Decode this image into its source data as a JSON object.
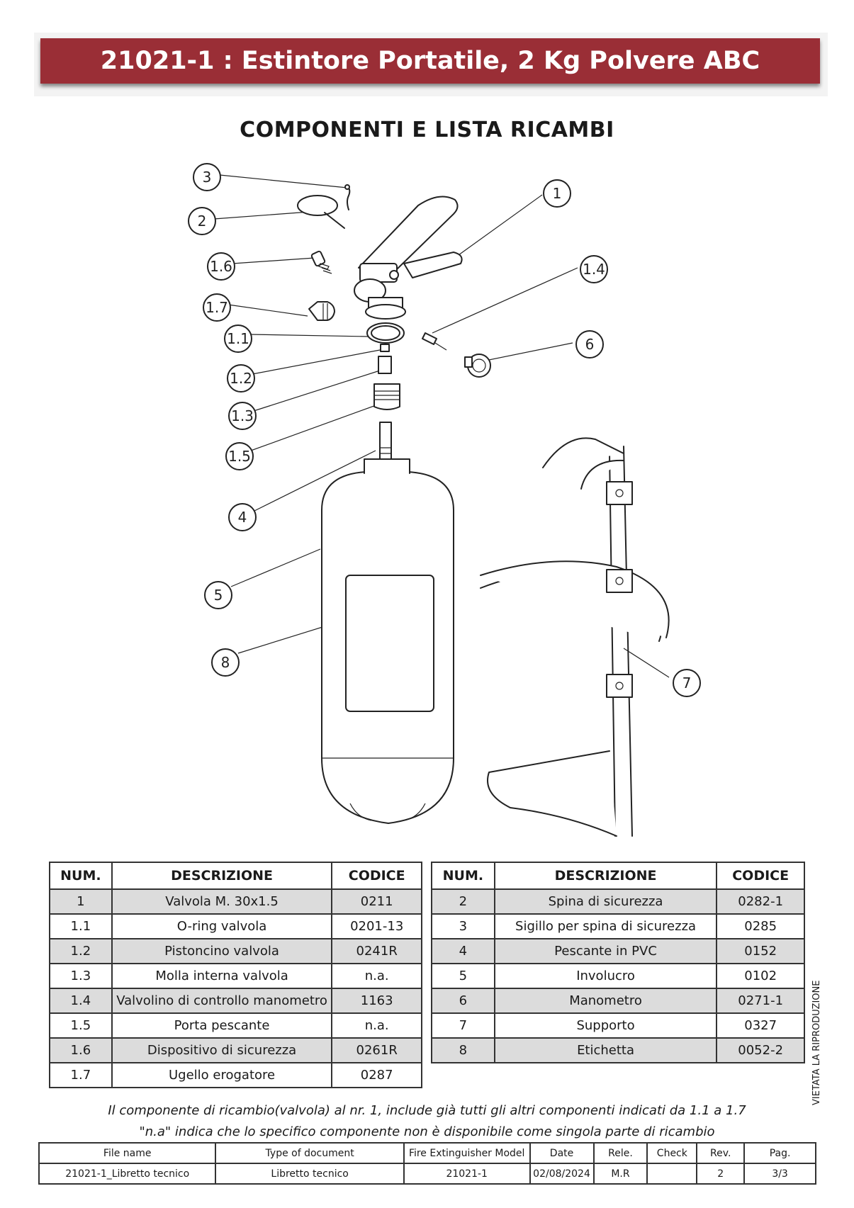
{
  "header": {
    "title": "21021-1 : Estintore Portatile, 2 Kg Polvere ABC"
  },
  "section_title": "COMPONENTI E LISTA RICAMBI",
  "callouts": [
    "3",
    "2",
    "1.6",
    "1.7",
    "1.1",
    "1.2",
    "1.3",
    "1.5",
    "4",
    "5",
    "8",
    "1",
    "1.4",
    "6",
    "7"
  ],
  "table_headers": {
    "num": "NUM.",
    "desc": "DESCRIZIONE",
    "code": "CODICE"
  },
  "parts_left": [
    {
      "num": "1",
      "desc": "Valvola  M. 30x1.5",
      "code": "0211"
    },
    {
      "num": "1.1",
      "desc": "O-ring valvola",
      "code": "0201-13"
    },
    {
      "num": "1.2",
      "desc": "Pistoncino valvola",
      "code": "0241R"
    },
    {
      "num": "1.3",
      "desc": "Molla interna valvola",
      "code": "n.a."
    },
    {
      "num": "1.4",
      "desc": "Valvolino di controllo manometro",
      "code": "1163"
    },
    {
      "num": "1.5",
      "desc": "Porta pescante",
      "code": "n.a."
    },
    {
      "num": "1.6",
      "desc": "Dispositivo di sicurezza",
      "code": "0261R"
    },
    {
      "num": "1.7",
      "desc": "Ugello erogatore",
      "code": "0287"
    }
  ],
  "parts_right": [
    {
      "num": "2",
      "desc": "Spina di sicurezza",
      "code": "0282-1"
    },
    {
      "num": "3",
      "desc": "Sigillo per spina di sicurezza",
      "code": "0285"
    },
    {
      "num": "4",
      "desc": "Pescante in PVC",
      "code": "0152"
    },
    {
      "num": "5",
      "desc": "Involucro",
      "code": "0102"
    },
    {
      "num": "6",
      "desc": "Manometro",
      "code": "0271-1"
    },
    {
      "num": "7",
      "desc": "Supporto",
      "code": "0327"
    },
    {
      "num": "8",
      "desc": "Etichetta",
      "code": "0052-2"
    }
  ],
  "notes": [
    "Il componente di ricambio(valvola) al nr. 1, include già tutti gli altri componenti indicati da 1.1 a 1.7",
    "\"n.a\" indica che lo specifico componente non è disponibile come singola parte di ricambio"
  ],
  "side_text": "VIETATA LA RIPRODUZIONE",
  "footer": {
    "labels": [
      "File name",
      "Type of document",
      "Fire Extinguisher Model",
      "Date",
      "Rele.",
      "Check",
      "Rev.",
      "Pag."
    ],
    "values": [
      "21021-1_Libretto tecnico",
      "Libretto tecnico",
      "21021-1",
      "02/08/2024",
      "M.R",
      "",
      "2",
      "3/3"
    ]
  },
  "colors": {
    "banner": "#9a2e36",
    "row_shade": "#dcdcdc"
  }
}
